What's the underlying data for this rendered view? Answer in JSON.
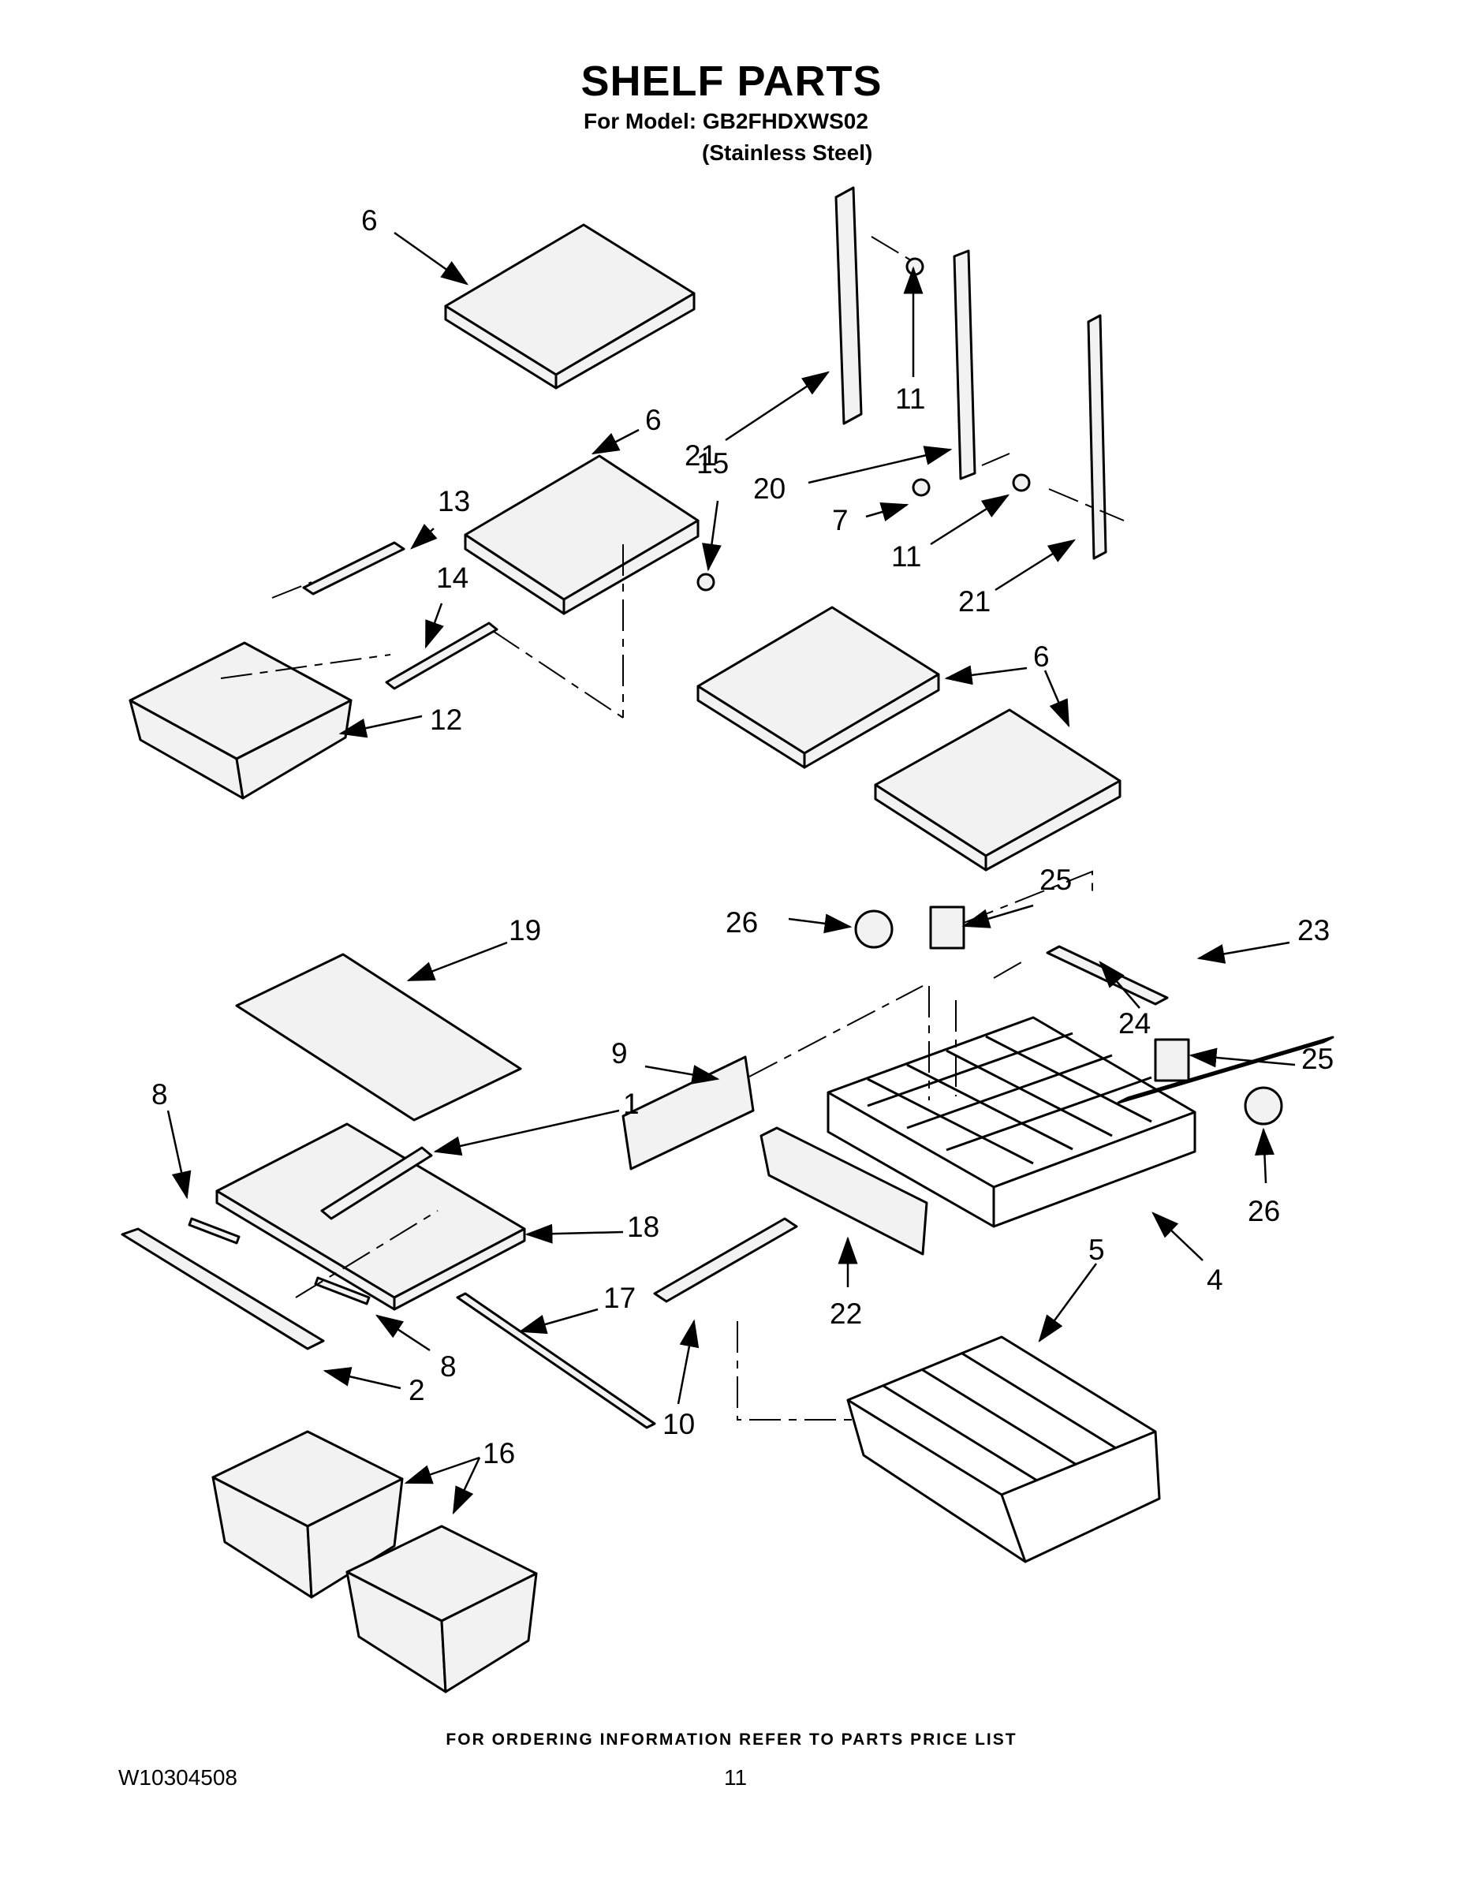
{
  "header": {
    "title": "SHELF PARTS",
    "model_line": "For Model: GB2FHDXWS02",
    "finish_line": "(Stainless Steel)"
  },
  "callouts": [
    "6",
    "6",
    "6",
    "6",
    "21",
    "11",
    "20",
    "15",
    "7",
    "11",
    "21",
    "13",
    "14",
    "12",
    "25",
    "26",
    "23",
    "24",
    "19",
    "9",
    "1",
    "25",
    "8",
    "18",
    "26",
    "22",
    "4",
    "5",
    "17",
    "8",
    "2",
    "10",
    "16"
  ],
  "footer": {
    "ordering_note": "FOR ORDERING INFORMATION REFER TO PARTS PRICE LIST",
    "document_number": "W10304508",
    "page_number": "11"
  },
  "colors": {
    "ink": "#000000",
    "paper": "#ffffff",
    "part_fill": "#f2f2f2"
  }
}
